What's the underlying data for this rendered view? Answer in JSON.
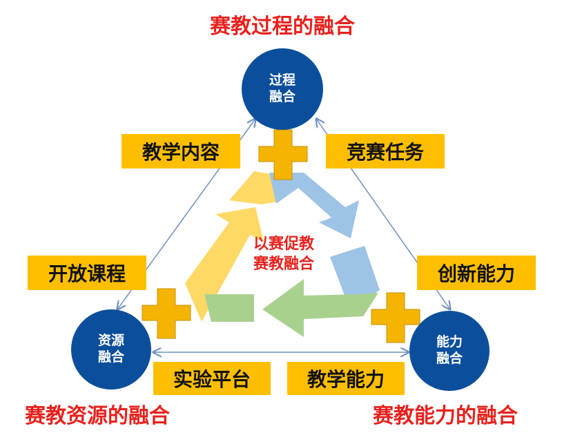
{
  "titles": {
    "process": "赛教过程的融合",
    "resource": "赛教资源的融合",
    "ability": "赛教能力的融合"
  },
  "nodes": {
    "process": [
      "过程",
      "融合"
    ],
    "resource": [
      "资源",
      "融合"
    ],
    "ability": [
      "能力",
      "融合"
    ]
  },
  "boxes": {
    "content": "教学内容",
    "task": "竞赛任务",
    "course": "开放课程",
    "innovation": "创新能力",
    "platform": "实验平台",
    "teaching": "教学能力"
  },
  "center": [
    "以赛促教",
    "赛教融合"
  ],
  "colors": {
    "title_red": "#e8211d",
    "node_blue": "#0b4f9c",
    "box_yellow": "#ffbf00",
    "plus_gold": "#f4b400",
    "recycle_yellow": "#ffd966",
    "recycle_blue": "#9dc3e6",
    "recycle_green": "#a9d18e",
    "connector_blue": "#6f8fc4"
  }
}
